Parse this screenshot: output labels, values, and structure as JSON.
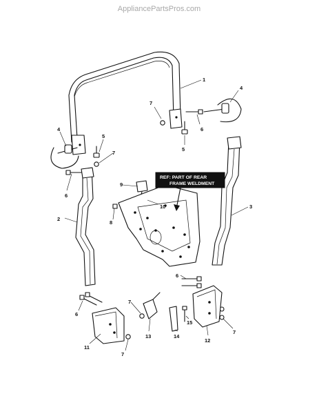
{
  "watermark": "AppliancePartsPros.com",
  "ref_box": {
    "line1": "REF: PART OF REAR",
    "line2": "FRAME WELDMENT"
  },
  "callouts": {
    "c1": "1",
    "c2": "2",
    "c3": "3",
    "c4a": "4",
    "c4b": "4",
    "c5a": "5",
    "c5b": "5",
    "c6a": "6",
    "c6b": "6",
    "c6c": "6",
    "c6d": "6",
    "c7a": "7",
    "c7b": "7",
    "c7c": "7",
    "c7d": "7",
    "c7e": "7",
    "c8": "8",
    "c9": "9",
    "c10": "10",
    "c11": "11",
    "c12": "12",
    "c13": "13",
    "c14": "14",
    "c15": "15"
  }
}
